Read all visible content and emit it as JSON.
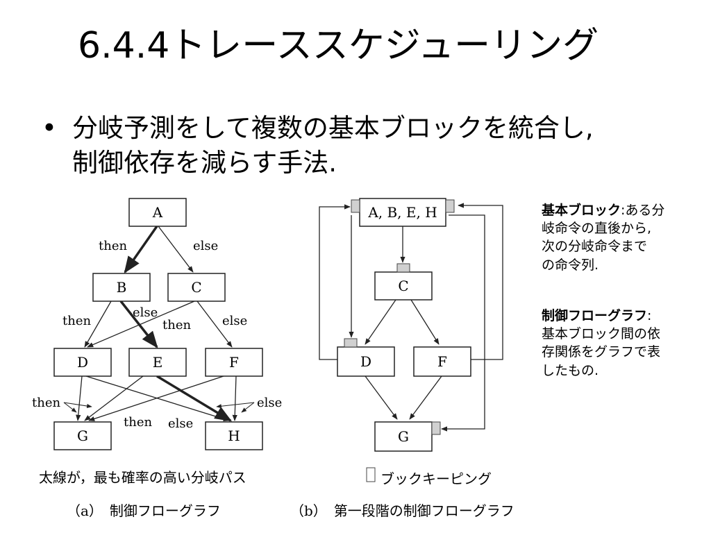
{
  "slide": {
    "title": "6.4.4トレーススケジューリング",
    "bullet_icon": "bullet-dot",
    "bullet_lines": [
      "分岐予測をして複数の基本ブロックを統合し,",
      "制御依存を減らす手法."
    ]
  },
  "figure_a": {
    "nodes": {
      "A": "A",
      "B": "B",
      "C": "C",
      "D": "D",
      "E": "E",
      "F": "F",
      "G": "G",
      "H": "H"
    },
    "edge_labels": {
      "a_then": "then",
      "a_else": "else",
      "b_then": "then",
      "b_else": "else",
      "c_then": "then",
      "c_else": "else",
      "g_then": "then",
      "h_else": "else",
      "cross_then": "then",
      "cross_else": "else"
    },
    "note": "太線が，最も確率の高い分岐パス",
    "caption": "（a）　制御フローグラフ"
  },
  "figure_b": {
    "nodes": {
      "ABEH": "A, B, E, H",
      "C": "C",
      "D": "D",
      "F": "F",
      "G": "G"
    },
    "legend": "ブックキーピング",
    "caption": "（b）　第一段階の制御フローグラフ"
  },
  "notes": {
    "basic_block": {
      "term": "基本ブロック",
      "line1": ":ある分",
      "line2": "岐命令の直後から,",
      "line3": "次の分岐命令まで",
      "line4": "の命令列."
    },
    "cfg": {
      "term": "制御フローグラフ",
      "line1": ":",
      "line2": "基本ブロック間の依",
      "line3": "存関係をグラフで表",
      "line4": "したもの."
    }
  },
  "colors": {
    "text": "#000000",
    "line": "#222222",
    "bookkeeping_fill": "#d0d0d0"
  }
}
